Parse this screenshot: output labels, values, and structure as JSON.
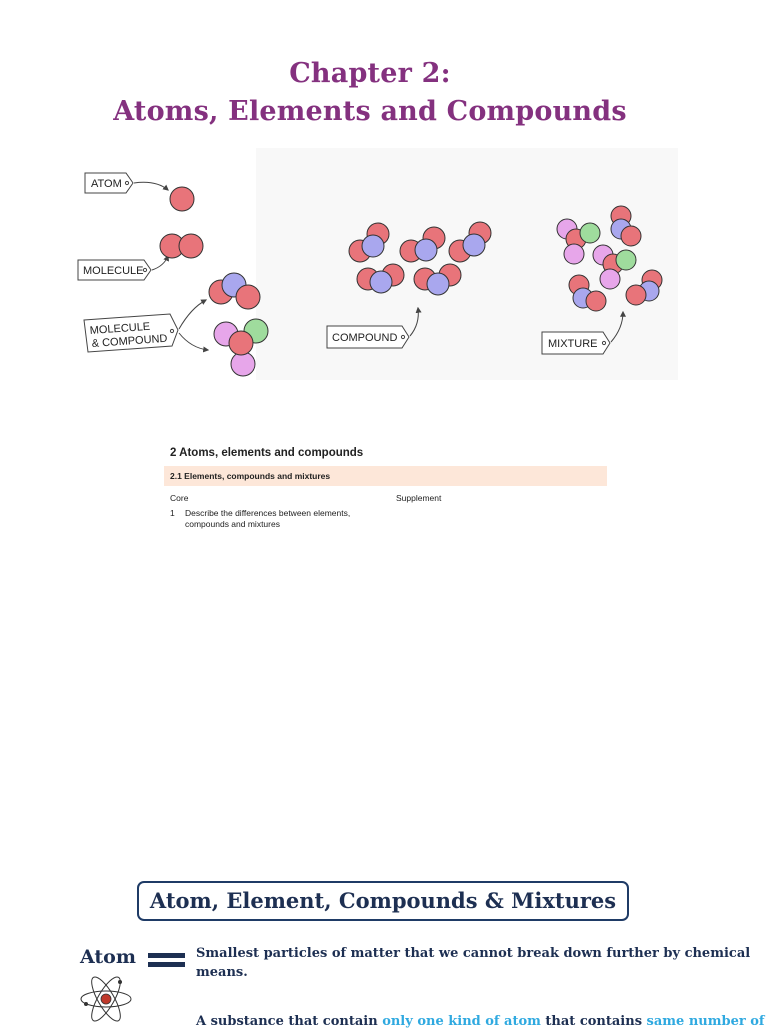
{
  "title": {
    "line1": "Chapter 2:",
    "line2": "Atoms, Elements and Compounds"
  },
  "diagram": {
    "labels": {
      "atom": "ATOM",
      "molecule": "MOLECULE",
      "molecule_compound_1": "MOLECULE",
      "molecule_compound_2": "& COMPOUND",
      "compound": "COMPOUND",
      "mixture": "MIXTURE"
    },
    "colors": {
      "red": "#e8747a",
      "blue": "#a9a7ee",
      "green": "#9fdc9d",
      "pink": "#e7a6ea"
    }
  },
  "syllabus": {
    "heading": "2    Atoms, elements and compounds",
    "subheading": "2.1   Elements, compounds and mixtures",
    "core_label": "Core",
    "supplement_label": "Supplement",
    "item_number": "1",
    "item_text": "Describe the differences between elements, compounds and mixtures"
  },
  "section": {
    "title": "Atom, Element, Compounds & Mixtures"
  },
  "atom": {
    "label": "Atom",
    "definition": "Smallest particles of matter that we cannot break down further by chemical means."
  },
  "element": {
    "part1": "A substance that contain ",
    "highlight1": "only one kind of atom",
    "part2": " that contains ",
    "highlight2": "same number of"
  }
}
